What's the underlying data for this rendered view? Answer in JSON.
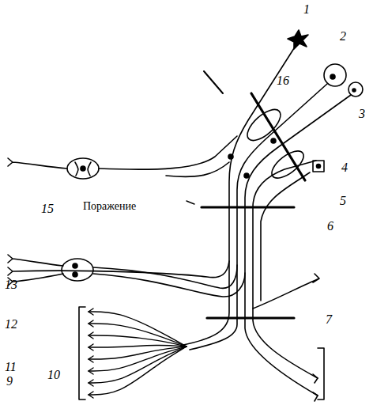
{
  "diagram": {
    "labels": [
      "1",
      "2",
      "3",
      "4",
      "5",
      "6",
      "7",
      "9",
      "10",
      "11",
      "12",
      "13",
      "15",
      "16",
      "Поражение"
    ]
  }
}
